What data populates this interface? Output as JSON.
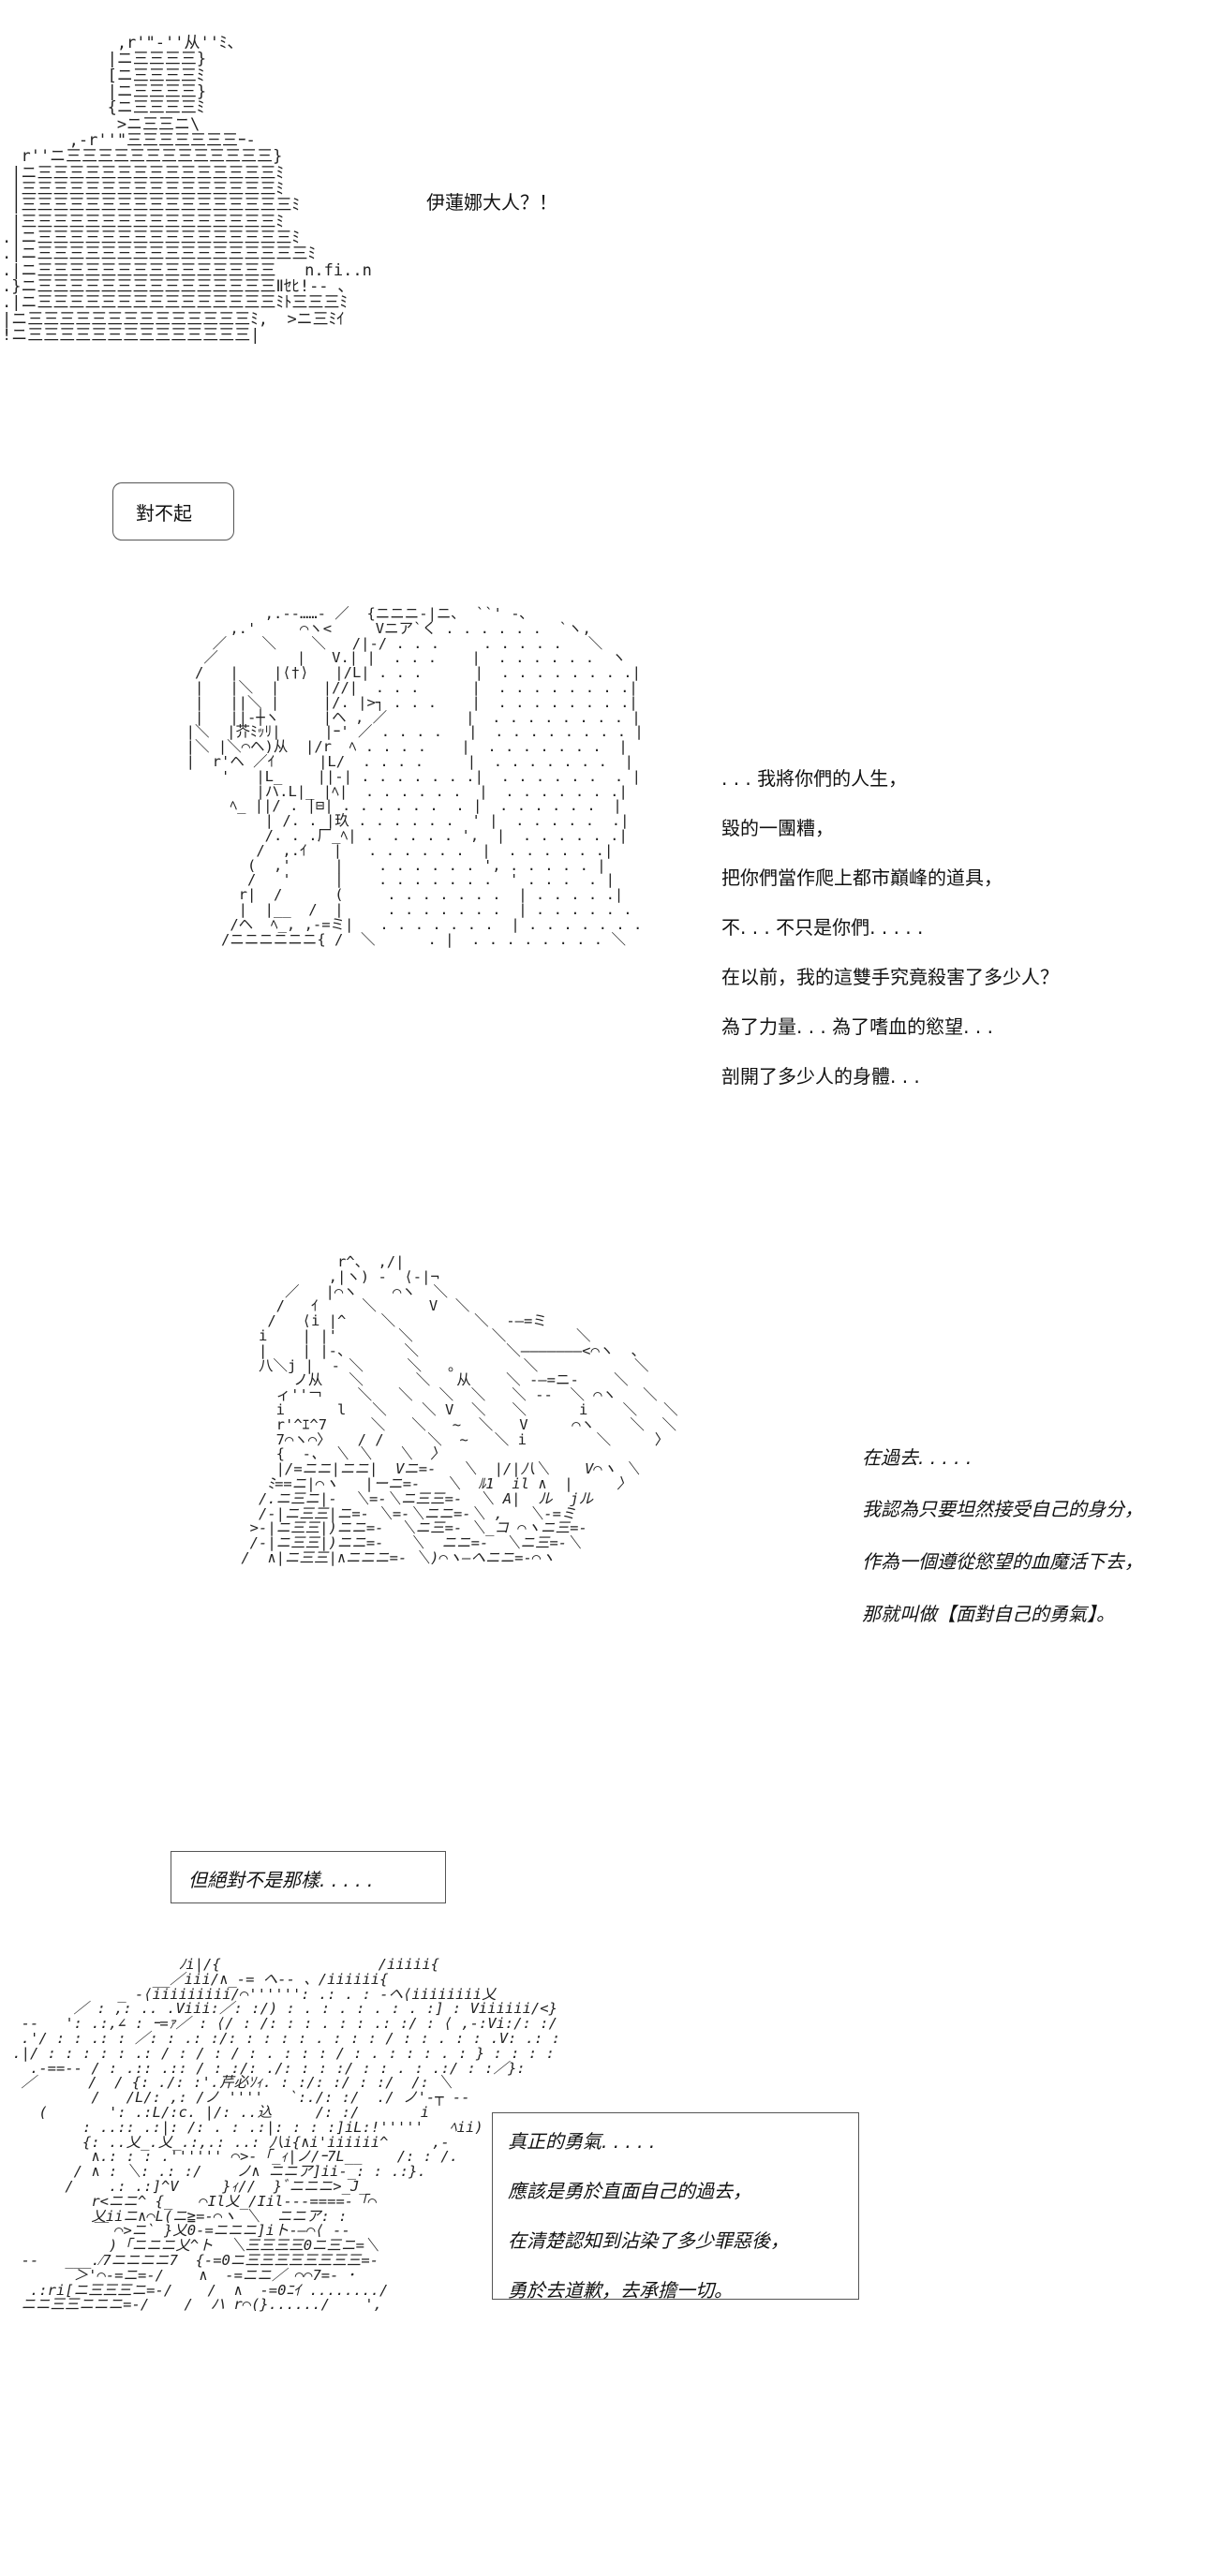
{
  "scene1": {
    "dialogue": "伊蓮娜大人？！"
  },
  "apology_bubble": {
    "text": "對不起"
  },
  "scene2": {
    "lines": [
      ". . . 我將你們的人生，",
      "毀的一團糟，",
      "把你們當作爬上都市巔峰的道具，",
      "不. . . 不只是你們. . . . .",
      "在以前，我的這雙手究竟殺害了多少人？",
      "為了力量. . . 為了嗜血的慾望. . .",
      "剖開了多少人的身體. . ."
    ],
    "art_label": "(十)"
  },
  "scene3": {
    "lines": [
      "在過去. . . . .",
      "我認為只要坦然接受自己的身分，",
      "作為一個遵從慾望的血魔活下去，",
      "那就叫做【面對自己的勇氣】。"
    ]
  },
  "caption_box": {
    "text": "但絕對不是那樣. . . . ."
  },
  "scene4": {
    "art_label": "芹必",
    "box_lines": [
      "真正的勇氣. . . . .",
      "應該是勇於直面自己的過去，",
      "在清楚認知到沾染了多少罪惡後，",
      "勇於去道歉，去承擔一切。"
    ]
  }
}
